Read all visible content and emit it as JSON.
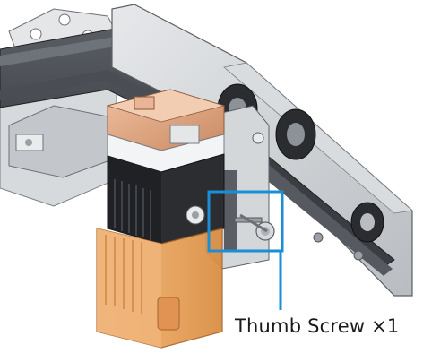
{
  "callout": {
    "label": "Thumb Screw ×1"
  },
  "colors": {
    "highlight_box": "#1a8fd6",
    "leader_line": "#1a8fd6",
    "module_shroud": "#e8a25a",
    "metal_plate": "#c9cccf",
    "rail": "#3a3d42",
    "heatsink": "#2b2d31"
  },
  "icons": [
    "thumb-screw",
    "laser-module",
    "x-axis-rail",
    "carriage-plate",
    "v-wheel"
  ]
}
